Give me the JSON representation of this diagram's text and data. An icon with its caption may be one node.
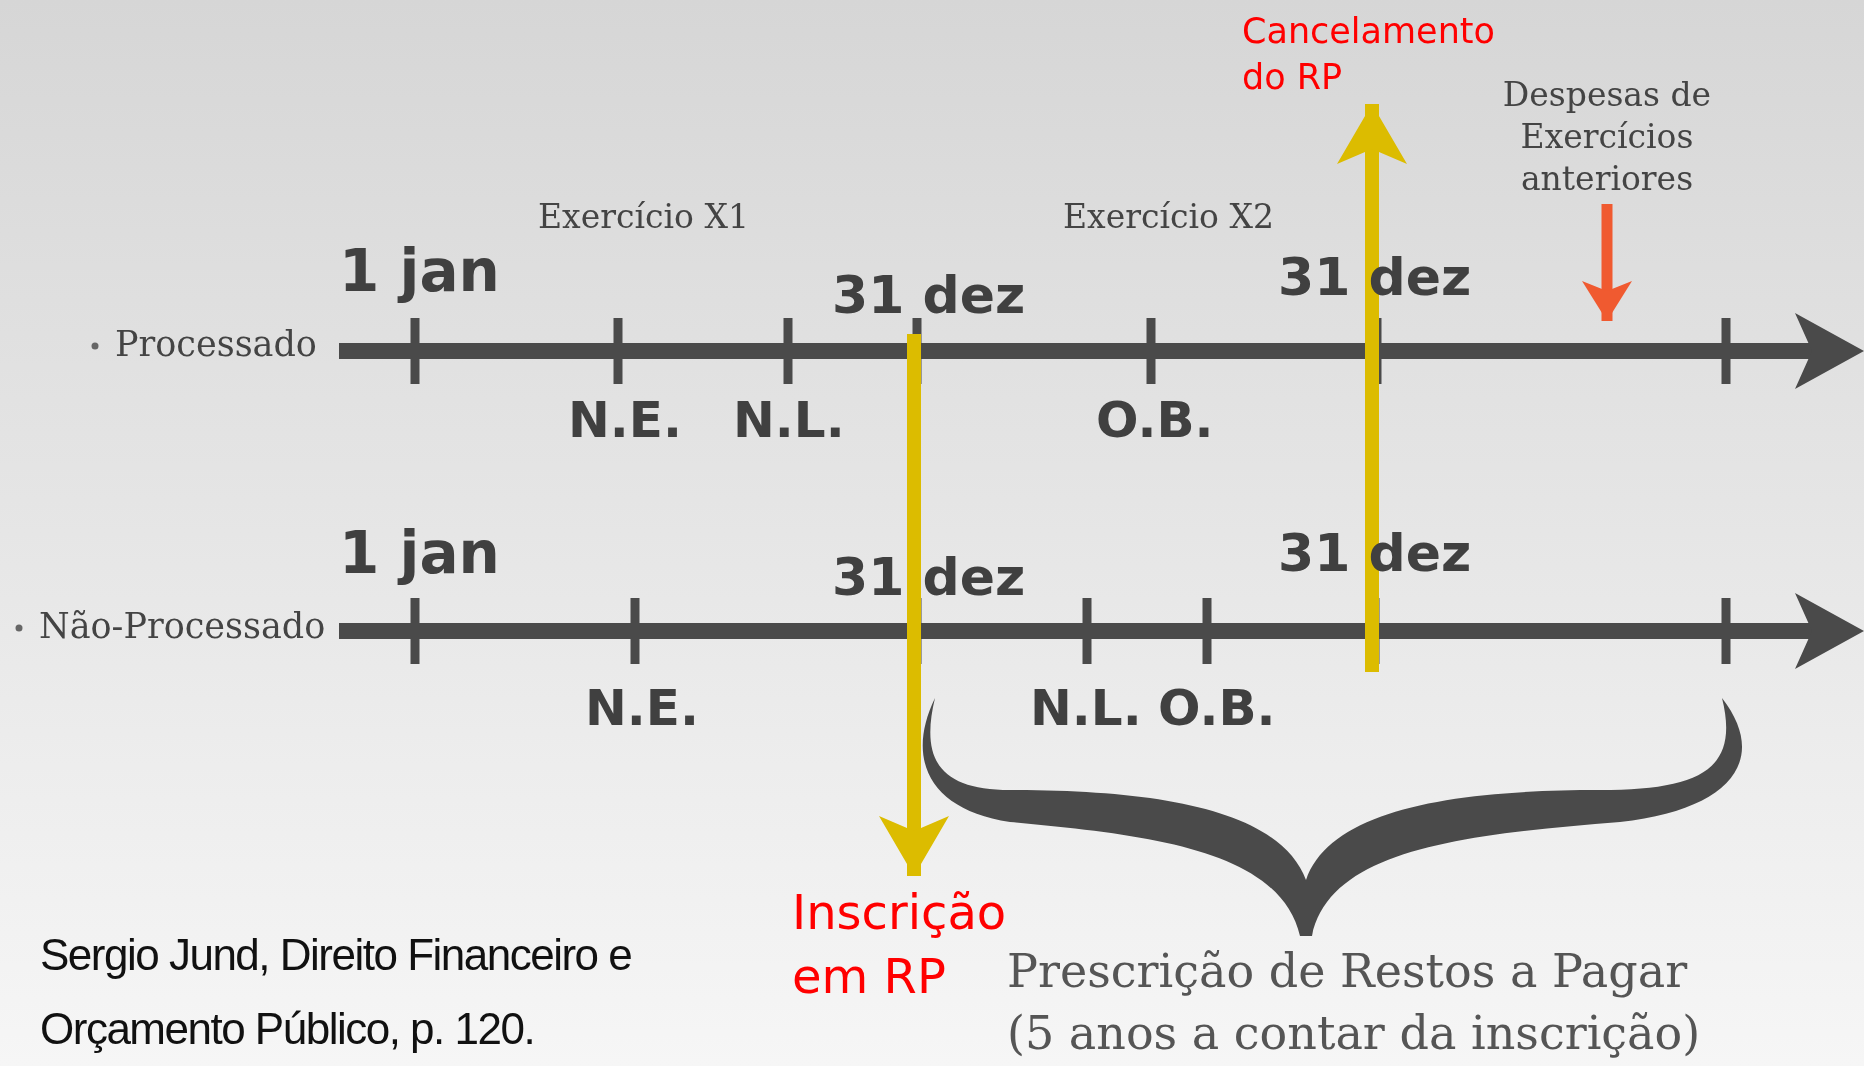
{
  "diagram": {
    "caption": "Sergio Jund, Direito Financeiro e Orçamento Público, p. 120.",
    "nodes": [
      {
        "text": [
          "Cancelamento do RP"
        ]
      },
      {
        "text": [
          "Despesas de Exercícios anteriores"
        ]
      },
      {
        "text": [
          "Inscrição em RP"
        ]
      },
      {
        "text": [
          "Prescrição de Restos a Pagar (5 anos a contar da inscrição)"
        ]
      }
    ],
    "edges": [
      {
        "from": null,
        "to": 0,
        "arrow": "to"
      },
      {
        "from": 1,
        "to": null,
        "arrow": "to",
        "color": "#f05a30"
      },
      {
        "from": null,
        "to": 2,
        "arrow": "to"
      }
    ],
    "labels": [
      "Exercício X1",
      "Exercício X2",
      "1 jan",
      "31 dez",
      "31 dez",
      "Processado",
      "N.E.",
      "N.L.",
      "O.B.",
      "1 jan",
      "31 dez",
      "31 dez",
      "Não-Processado",
      "N.E.",
      "N.L.",
      "O.B."
    ]
  }
}
